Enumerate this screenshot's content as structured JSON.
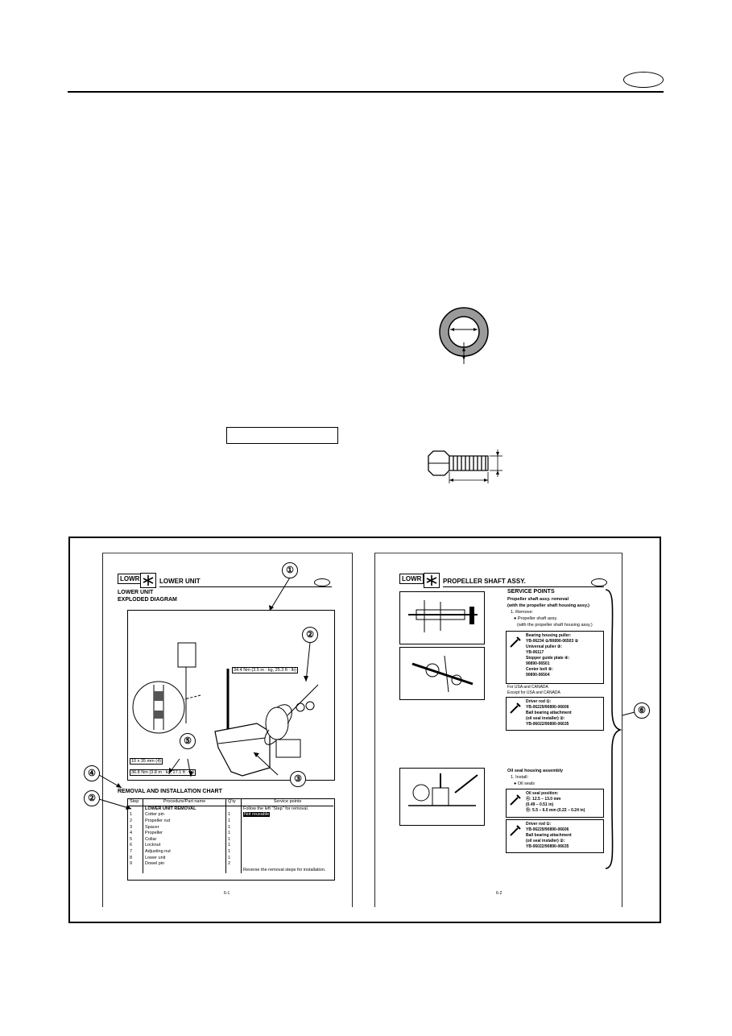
{
  "pages": {
    "left": {
      "badge": "LOWR",
      "header_title": "LOWER UNIT",
      "heading": "LOWER UNIT",
      "subheading": "EXPLODED DIAGRAM",
      "torque_top": "34.4 Nm (3.5 m · kg, 25.3 ft · lb)",
      "bolt_spec": "10 x 35 mm (4)",
      "torque_bottom": "36.8 Nm (3.8 m · kg, 27.1 ft · lb)",
      "chart_title": "REMOVAL AND INSTALLATION CHART",
      "columns": [
        "Step",
        "Procedure/Part name",
        "Q'ty",
        "Service points"
      ],
      "rows": [
        {
          "step": "",
          "part": "LOWER UNIT REMOVAL",
          "qty": "",
          "note": "Follow the left \"Step\" for removal."
        },
        {
          "step": "1",
          "part": "Cotter pin",
          "qty": "1",
          "note": "Not reusable"
        },
        {
          "step": "2",
          "part": "Propeller nut",
          "qty": "1",
          "note": ""
        },
        {
          "step": "3",
          "part": "Spacer",
          "qty": "1",
          "note": ""
        },
        {
          "step": "4",
          "part": "Propeller",
          "qty": "1",
          "note": ""
        },
        {
          "step": "5",
          "part": "Collar",
          "qty": "1",
          "note": ""
        },
        {
          "step": "6",
          "part": "Locknut",
          "qty": "1",
          "note": ""
        },
        {
          "step": "7",
          "part": "Adjusting nut",
          "qty": "1",
          "note": ""
        },
        {
          "step": "8",
          "part": "Lower unit",
          "qty": "1",
          "note": ""
        },
        {
          "step": "9",
          "part": "Dowel pin",
          "qty": "2",
          "note": ""
        },
        {
          "step": "",
          "part": "",
          "qty": "",
          "note": "Reverse the removal steps for installation."
        }
      ],
      "page_number": "6-1"
    },
    "right": {
      "badge": "LOWR",
      "header_title": "PROPELLER SHAFT ASSY.",
      "service_points": "SERVICE POINTS",
      "sp_line1": "Propeller shaft assy. removal",
      "sp_line2": "(with the propeller shaft housing assy.)",
      "sp_line3": "1. Remove:",
      "sp_line4": "● Propeller shaft assy.",
      "sp_line5": "(with the propeller shaft housing assy.)",
      "tool1": [
        "Bearing housing puller:",
        "YB-06234 ①/90890-06503 ②",
        "Universal puller ③:",
        "YB-06117",
        "Stopper guide plate ④:",
        "90890-06501",
        "Center bolt ⑤:",
        "90890-06504"
      ],
      "region1": "For USA and CANADA",
      "region2": "Except for USA and CANADA",
      "tool2": [
        "Driver rod ①:",
        "YB-06229/90890-06606",
        "Ball bearing attachment",
        "(oil seal installer) ②:",
        "YB-06022/90890-06635"
      ],
      "oil_title": "Oil seal housing assembly",
      "oil_line1": "1. Install:",
      "oil_line2": "● Oil seals",
      "tool3": [
        "Oil seal position:",
        "Ⓐ: 12.5 – 13.0 mm",
        "(0.49 – 0.51 in)",
        "Ⓑ: 5.5 – 6.0 mm (0.22 – 0.24 in)"
      ],
      "tool4": [
        "Driver rod ①:",
        "YB-06229/90890-06606",
        "Ball bearing attachment",
        "(oil seal installer) ②:",
        "YB-06022/90890-06635"
      ],
      "page_number": "6-2"
    }
  },
  "callouts": [
    "①",
    "②",
    "③",
    "④",
    "⑤",
    "⑥"
  ]
}
